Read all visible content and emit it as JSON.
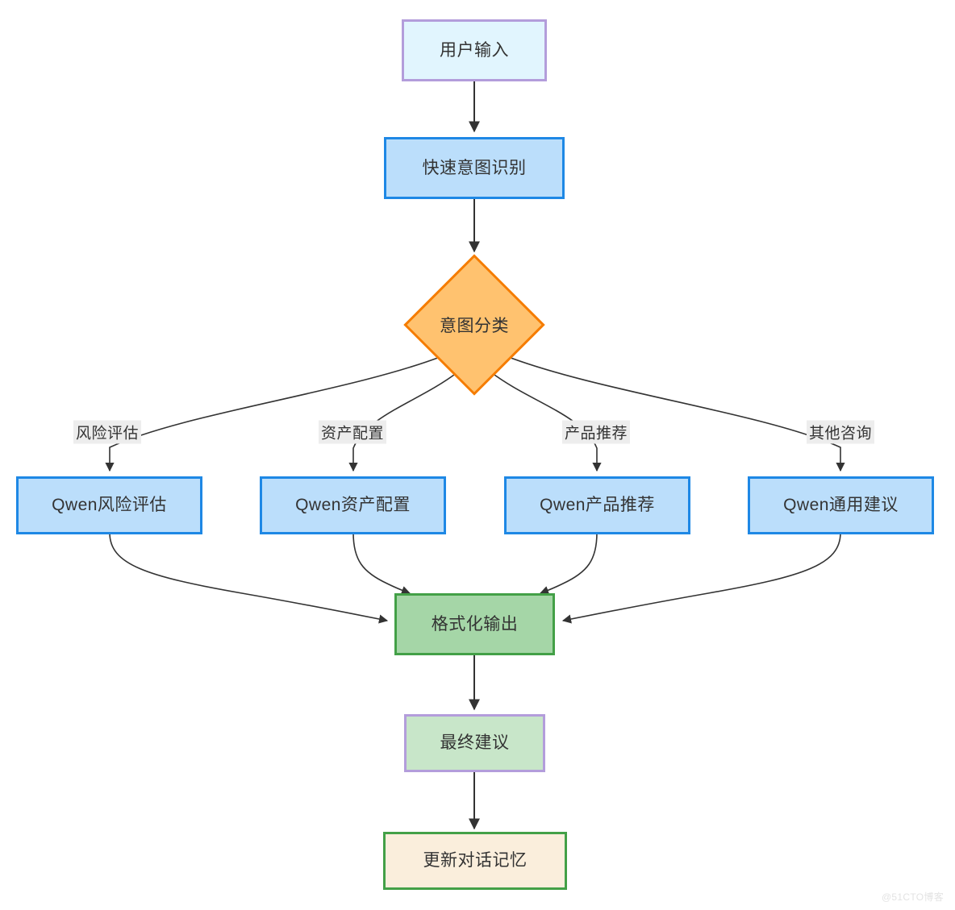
{
  "diagram": {
    "type": "flowchart",
    "direction": "top-down",
    "title": "",
    "watermark": "@51CTO博客",
    "nodes": [
      {
        "id": "user_input",
        "label": "用户输入",
        "shape": "rect",
        "fill": "#e1f5fe",
        "stroke": "#b39ddb"
      },
      {
        "id": "fast_intent",
        "label": "快速意图识别",
        "shape": "rect",
        "fill": "#bbdefb",
        "stroke": "#1e88e5"
      },
      {
        "id": "intent_class",
        "label": "意图分类",
        "shape": "diamond",
        "fill": "#ffc26f",
        "stroke": "#f57c00"
      },
      {
        "id": "qwen_risk",
        "label": "Qwen风险评估",
        "shape": "rect",
        "fill": "#bbdefb",
        "stroke": "#1e88e5"
      },
      {
        "id": "qwen_asset",
        "label": "Qwen资产配置",
        "shape": "rect",
        "fill": "#bbdefb",
        "stroke": "#1e88e5"
      },
      {
        "id": "qwen_product",
        "label": "Qwen产品推荐",
        "shape": "rect",
        "fill": "#bbdefb",
        "stroke": "#1e88e5"
      },
      {
        "id": "qwen_general",
        "label": "Qwen通用建议",
        "shape": "rect",
        "fill": "#bbdefb",
        "stroke": "#1e88e5"
      },
      {
        "id": "format_out",
        "label": "格式化输出",
        "shape": "rect",
        "fill": "#a5d6a7",
        "stroke": "#43a047"
      },
      {
        "id": "final_advice",
        "label": "最终建议",
        "shape": "rect",
        "fill": "#c8e6c9",
        "stroke": "#b39ddb"
      },
      {
        "id": "update_mem",
        "label": "更新对话记忆",
        "shape": "rect",
        "fill": "#faeedc",
        "stroke": "#43a047"
      }
    ],
    "edges": [
      {
        "from": "user_input",
        "to": "fast_intent",
        "label": ""
      },
      {
        "from": "fast_intent",
        "to": "intent_class",
        "label": ""
      },
      {
        "from": "intent_class",
        "to": "qwen_risk",
        "label": "风险评估"
      },
      {
        "from": "intent_class",
        "to": "qwen_asset",
        "label": "资产配置"
      },
      {
        "from": "intent_class",
        "to": "qwen_product",
        "label": "产品推荐"
      },
      {
        "from": "intent_class",
        "to": "qwen_general",
        "label": "其他咨询"
      },
      {
        "from": "qwen_risk",
        "to": "format_out",
        "label": ""
      },
      {
        "from": "qwen_asset",
        "to": "format_out",
        "label": ""
      },
      {
        "from": "qwen_product",
        "to": "format_out",
        "label": ""
      },
      {
        "from": "qwen_general",
        "to": "format_out",
        "label": ""
      },
      {
        "from": "format_out",
        "to": "final_advice",
        "label": ""
      },
      {
        "from": "final_advice",
        "to": "update_mem",
        "label": ""
      }
    ],
    "edge_labels": {
      "risk": "风险评估",
      "asset": "资产配置",
      "product": "产品推荐",
      "other": "其他咨询"
    },
    "colors": {
      "edge_line": "#333333",
      "text": "#333333",
      "label_bg": "#ededed",
      "background": "#ffffff"
    }
  }
}
